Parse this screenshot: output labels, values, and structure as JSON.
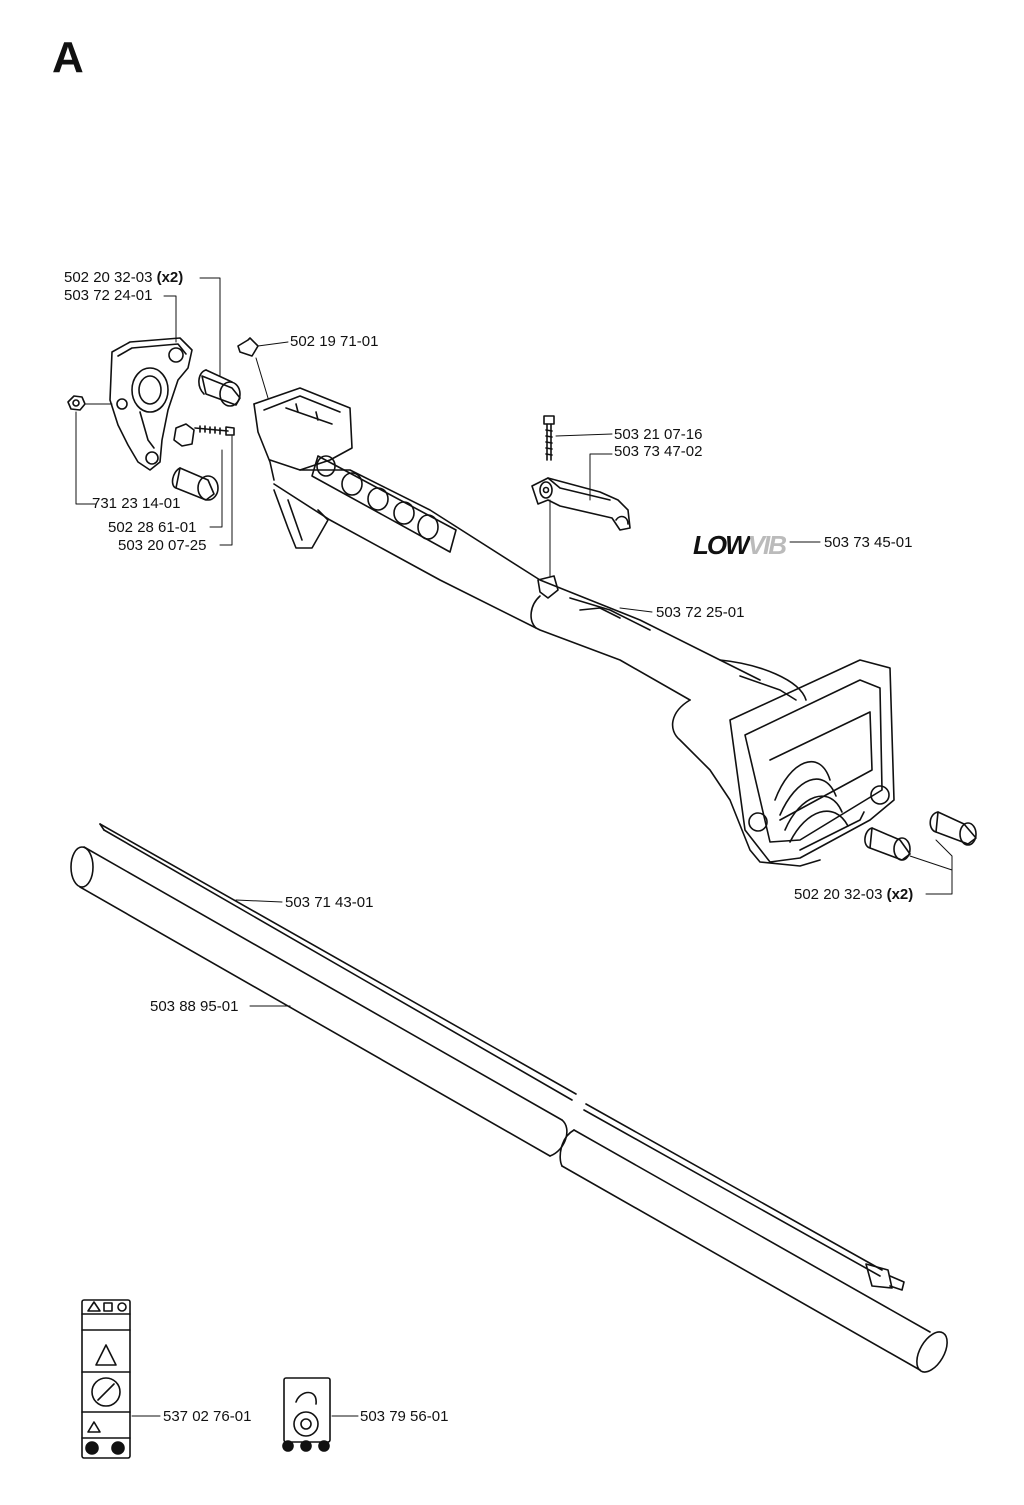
{
  "section": "A",
  "parts": {
    "p1": {
      "number": "502 20 32-03",
      "qty": "(x2)"
    },
    "p2": {
      "number": "503 72 24-01"
    },
    "p3": {
      "number": "502 19 71-01"
    },
    "p4": {
      "number": "503 21 07-16"
    },
    "p5": {
      "number": "503 73 47-02"
    },
    "p6": {
      "number": "731 23 14-01"
    },
    "p7": {
      "number": "502 28 61-01"
    },
    "p8": {
      "number": "503 20 07-25"
    },
    "p9": {
      "number": "503 73 45-01"
    },
    "p10": {
      "number": "503 72 25-01"
    },
    "p11": {
      "number": "502 20 32-03",
      "qty": "(x2)"
    },
    "p12": {
      "number": "503 71 43-01"
    },
    "p13": {
      "number": "503 88 95-01"
    },
    "p14": {
      "number": "537 02 76-01"
    },
    "p15": {
      "number": "503 79 56-01"
    }
  },
  "logo": {
    "dark": "LOW",
    "light": "VIB"
  }
}
